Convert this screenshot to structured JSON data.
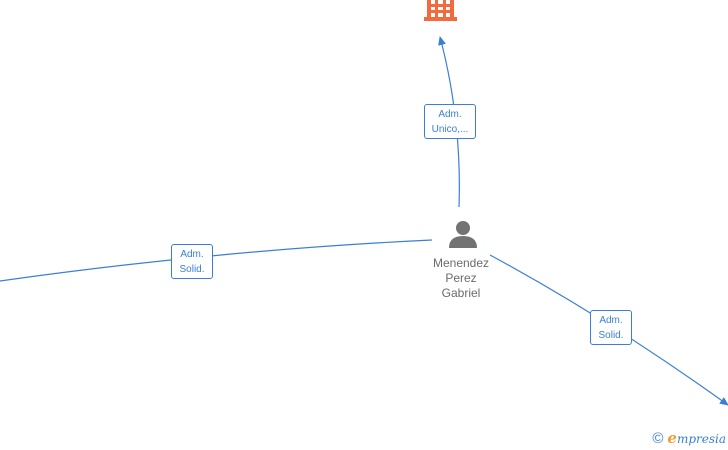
{
  "colors": {
    "edge": "#3a7fd5",
    "company_icon": "#f26a3d",
    "person_icon": "#737373",
    "name_text": "#6b6b6b"
  },
  "center_person": {
    "icon": "person-icon",
    "name_lines": [
      "Menendez",
      "Perez",
      "Gabriel"
    ]
  },
  "company_node": {
    "icon": "building-icon"
  },
  "edges": [
    {
      "id": "up",
      "label_lines": [
        "Adm.",
        "Unico,..."
      ]
    },
    {
      "id": "left",
      "label_lines": [
        "Adm.",
        "Solid."
      ]
    },
    {
      "id": "right",
      "label_lines": [
        "Adm.",
        "Solid."
      ]
    }
  ],
  "watermark": {
    "copyright_symbol": "©",
    "brand_initial": "e",
    "brand_rest": "mpresia"
  }
}
